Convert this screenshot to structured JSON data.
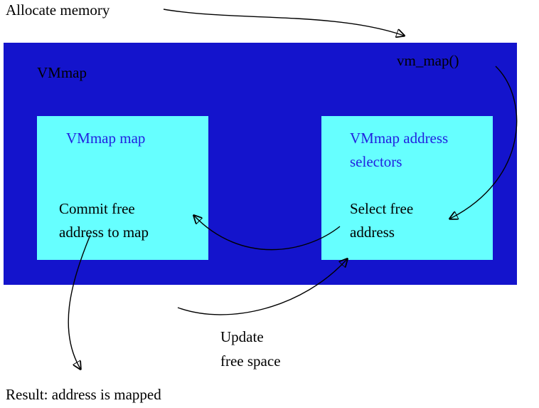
{
  "diagram": {
    "allocate_memory": "Allocate memory",
    "result": "Result: address is mapped",
    "update_line1": "Update",
    "update_line2": "free space",
    "vmmap": {
      "label": "VMmap",
      "fn_label": "vm_map()"
    },
    "map_box": {
      "title": "VMmap map",
      "line1": "Commit free",
      "line2": "address to map"
    },
    "selector_box": {
      "title1": "VMmap address",
      "title2": "selectors",
      "line1": "Select free",
      "line2": "address"
    }
  },
  "colors": {
    "vmmap_fill": "#1414cc",
    "inner_fill": "#66ffff",
    "title_text": "#2222e0",
    "body_text": "#000000"
  }
}
